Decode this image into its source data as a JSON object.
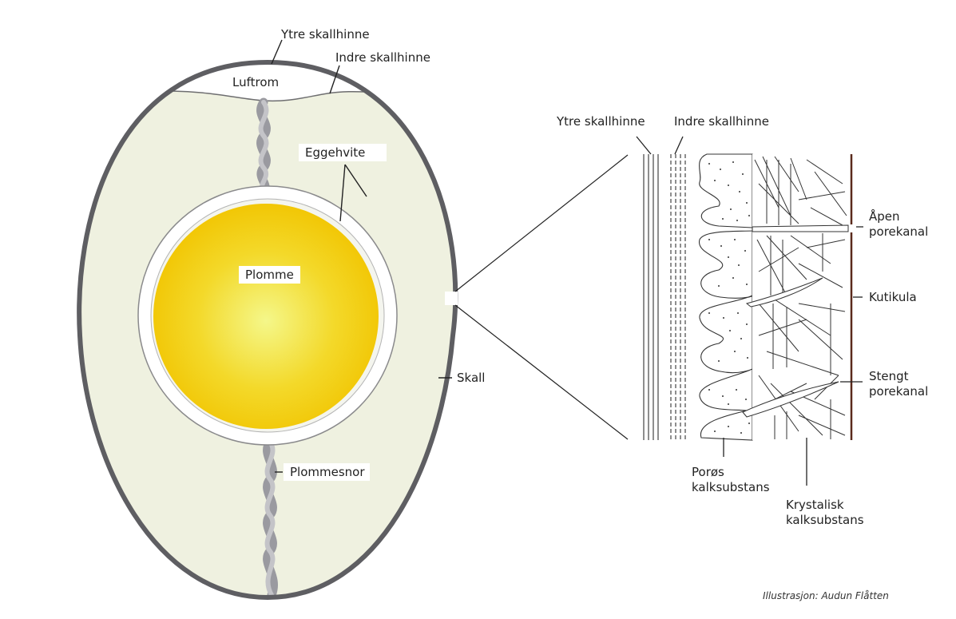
{
  "egg": {
    "outer_membrane": "Ytre skallhinne",
    "inner_membrane": "Indre skallhinne",
    "air_cell": "Luftrom",
    "albumen": "Eggehvite",
    "yolk": "Plomme",
    "chalaza": "Plommesnor",
    "shell": "Skall"
  },
  "detail": {
    "outer_membrane": "Ytre skallhinne",
    "inner_membrane": "Indre skallhinne",
    "open_pore_line1": "Åpen",
    "open_pore_line2": "porekanal",
    "cuticle": "Kutikula",
    "closed_pore_line1": "Stengt",
    "closed_pore_line2": "porekanal",
    "porous_line1": "Porøs",
    "porous_line2": "kalksubstans",
    "crystal_line1": "Krystalisk",
    "crystal_line2": "kalksubstans"
  },
  "credit": "Illustrasjon: Audun Flåtten",
  "colors": {
    "shell": "#5e5e62",
    "albumen": "#eff1e0",
    "yolk_center": "#f4f78a",
    "yolk_edge": "#f2c400",
    "cuticle": "#5a2a1c"
  }
}
